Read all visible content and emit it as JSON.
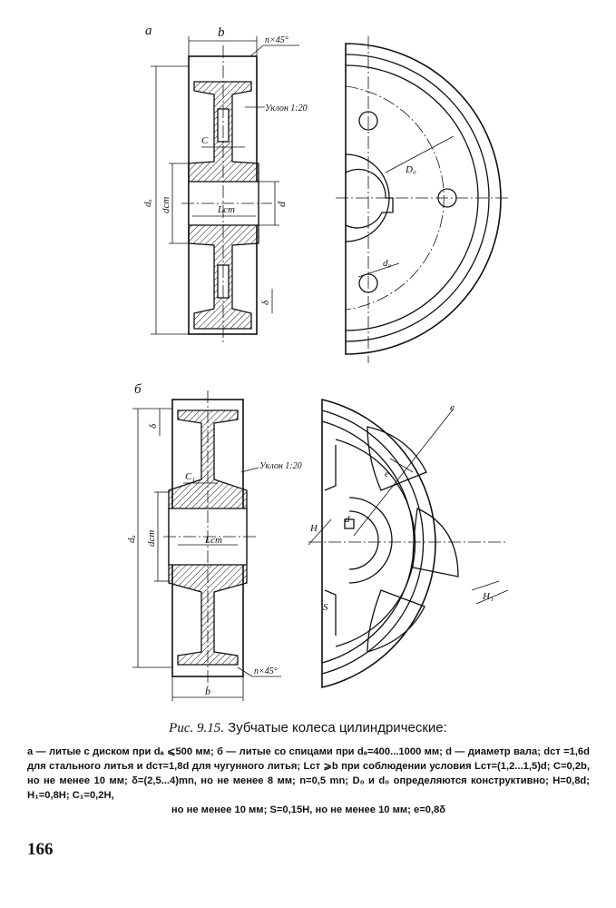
{
  "figure_a": {
    "label": "a",
    "dims": {
      "b": "b",
      "chamfer": "n×45°",
      "slope": "Уклон 1:20",
      "c": "C",
      "da": "dₐ",
      "dst": "dст",
      "lst": "Lст",
      "d": "d",
      "delta": "δ",
      "D0": "D₀",
      "d0": "d₀"
    }
  },
  "figure_b": {
    "label": "б",
    "dims": {
      "delta": "δ",
      "slope": "Уклон 1:20",
      "c1": "C₁",
      "da": "dₐ",
      "dst": "dст",
      "lst": "Lст",
      "chamfer": "n×45°",
      "b": "b",
      "e1": "e",
      "e2": "e",
      "H": "H",
      "d": "d",
      "H1": "H₁",
      "S": "S"
    }
  },
  "caption": {
    "number": "Рис. 9.15.",
    "title": "Зубчатые колеса цилиндрические:",
    "text": "а — литые с диском при dₐ ⩽500 мм; б — литые со спицами при dₐ=400...1000 мм; d — диаметр вала; dст =1,6d для стального литья и dст=1,8d для чугунного литья; Lст ⩾b при соблюдении условия Lст=(1,2...1,5)d; C=0,2b, но не менее 10 мм; δ=(2,5...4)mn, но не менее 8 мм; n=0,5 mn; D₀ и d₀ определяются конструктивно; H=0,8d; H₁=0,8H; C₁=0,2H,",
    "text_last": "но не менее 10 мм; S=0,15H, но не менее 10 мм; e=0,8δ"
  },
  "page_number": "166"
}
